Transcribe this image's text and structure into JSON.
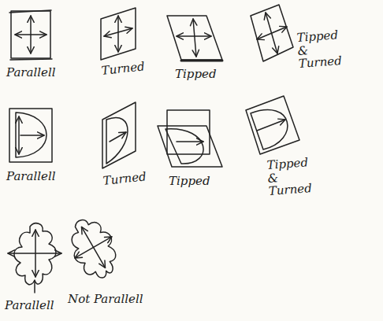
{
  "diagram": {
    "labels": [
      "Parallell",
      "Turned",
      "Tipped",
      "Tipped & Turned",
      "Parallell",
      "Turned",
      "Tipped",
      "Tipped & Turned",
      "Parallell",
      "Not Parallell"
    ]
  }
}
